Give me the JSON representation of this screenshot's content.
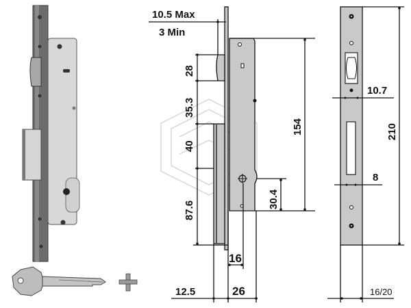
{
  "figure": {
    "title": "Mortise lock technical drawing",
    "photo": {
      "description": "Mortise lock photo with latch and deadbolt"
    },
    "key": {
      "description": "Key",
      "profile_symbol": "cross-section-cross"
    },
    "side_view": {
      "dimensions": {
        "backset_max": "10.5 Max",
        "backset_min": "3 Min",
        "latch_height": "28",
        "latch_to_bolt": "35.3",
        "bolt_height": "40",
        "bolt_to_bottom": "87.6",
        "case_height": "154",
        "cylinder_to_bottom": "30.4",
        "cylinder_offset": "16",
        "faceplate_offset": "12.5",
        "case_width": "26"
      }
    },
    "front_view": {
      "dimensions": {
        "latch_width": "10.7",
        "bolt_width": "8",
        "faceplate_height": "210",
        "faceplate_width": "16/20"
      }
    }
  }
}
